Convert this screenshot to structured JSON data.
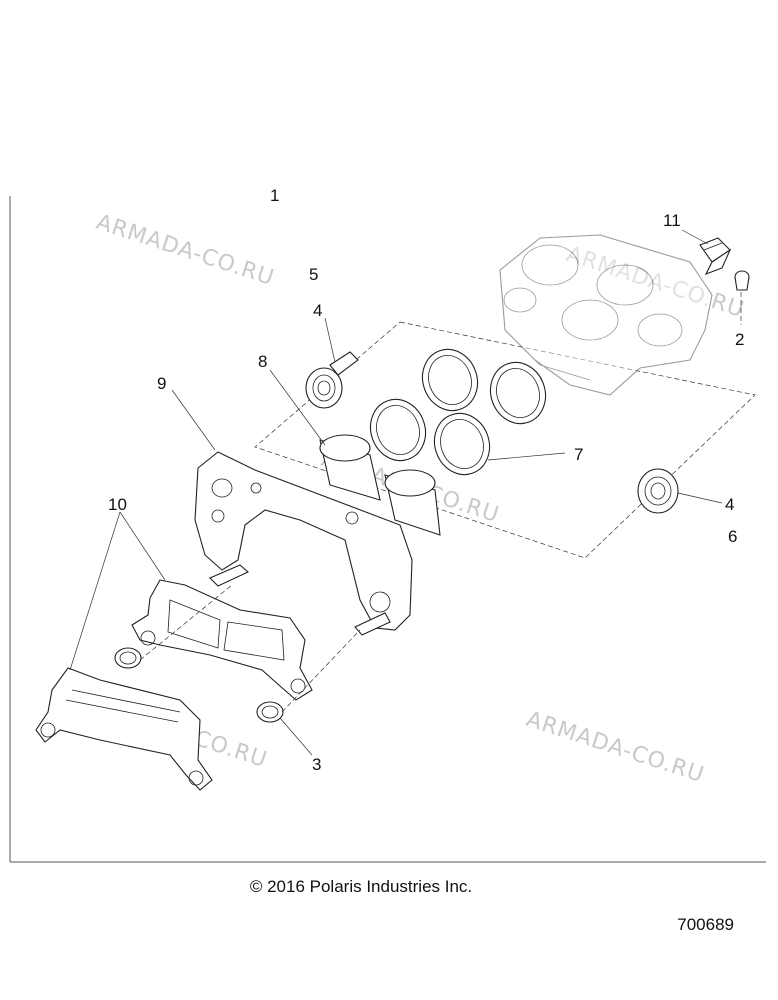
{
  "callouts": [
    {
      "id": "c1",
      "label": "1"
    },
    {
      "id": "c2",
      "label": "2"
    },
    {
      "id": "c3",
      "label": "3"
    },
    {
      "id": "c4a",
      "label": "4"
    },
    {
      "id": "c4b",
      "label": "4"
    },
    {
      "id": "c5",
      "label": "5"
    },
    {
      "id": "c6",
      "label": "6"
    },
    {
      "id": "c7",
      "label": "7"
    },
    {
      "id": "c8",
      "label": "8"
    },
    {
      "id": "c9",
      "label": "9"
    },
    {
      "id": "c10",
      "label": "10"
    },
    {
      "id": "c11",
      "label": "11"
    }
  ],
  "watermark": "ARMADA-CO.RU",
  "copyright": "© 2016 Polaris Industries Inc.",
  "document_number": "700689"
}
